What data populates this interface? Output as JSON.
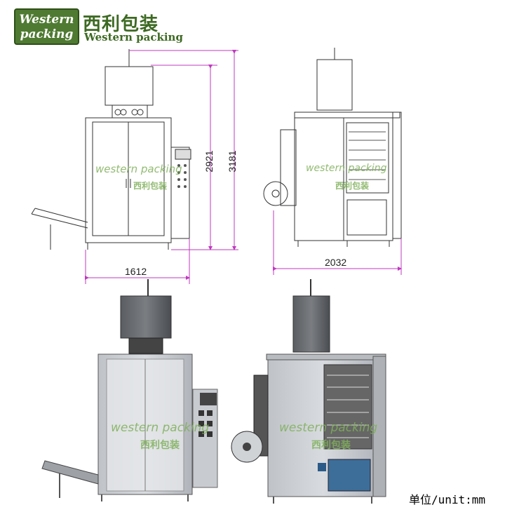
{
  "logo": {
    "box_line1": "Western",
    "box_line2": "packing",
    "brand_cn": "西利包装",
    "brand_en": "Western packing",
    "box_color": "#4f7a32",
    "text_color": "#3d6a22"
  },
  "dimensions": {
    "front_width": "1612",
    "front_height_body": "2921",
    "front_height_total": "3181",
    "side_width": "2032",
    "dim_color": "#c038c0"
  },
  "watermark": {
    "en": "western packing",
    "cn": "西利包装",
    "color": "#7fb05a"
  },
  "unit_label": "单位/unit:mm"
}
